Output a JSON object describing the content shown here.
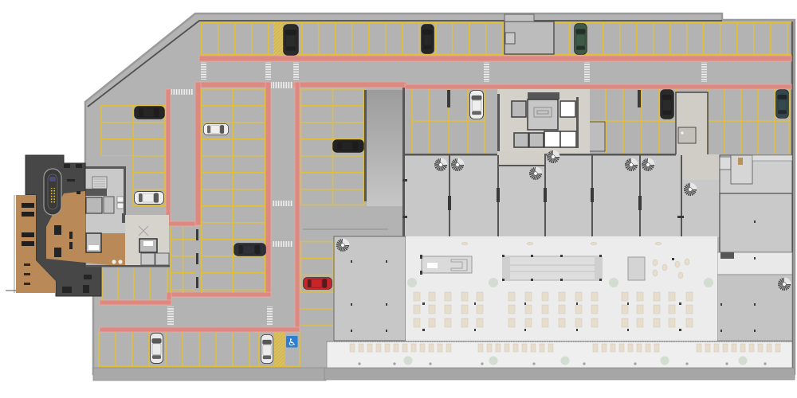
{
  "plan": {
    "view": "top-down rendered floor plan",
    "level": "parking level with amenities and retail"
  },
  "zones": [
    "parking-area",
    "gym",
    "stair-elevator-core-west",
    "lobby-west",
    "stair-elevator-core-central",
    "restrooms",
    "vehicle-ramp",
    "retail-units",
    "food-court-plaza",
    "outdoor-seating-strip"
  ],
  "palette": {
    "floor": "#b3b3b3",
    "pedestrian_walkway": "#dc8a81",
    "stall_lines": "#e0bf3d",
    "retail_floor": "#c8c8c8",
    "plaza_floor": "#ececec",
    "gym_wood": "#b98a58",
    "gym_dark": "#474747",
    "accessible_sign": "#2f7fd1"
  },
  "accessible_parking": {
    "glyph": "♿",
    "color": "#2f7fd1"
  },
  "cars": [
    {
      "color": "#2b2b2b",
      "orientation": "vertical",
      "area": "top-row"
    },
    {
      "color": "#262626",
      "orientation": "vertical",
      "area": "top-row"
    },
    {
      "color": "#3d5a46",
      "orientation": "vertical",
      "area": "top-row"
    },
    {
      "color": "#262626",
      "orientation": "horizontal",
      "area": "west-bay"
    },
    {
      "color": "#ededed",
      "orientation": "horizontal",
      "area": "west-bay"
    },
    {
      "color": "#eeeeee",
      "orientation": "horizontal",
      "area": "bay-2"
    },
    {
      "color": "#2d3036",
      "orientation": "horizontal",
      "area": "bay-2"
    },
    {
      "color": "#232323",
      "orientation": "horizontal",
      "area": "bay-3"
    },
    {
      "color": "#c8252b",
      "orientation": "horizontal",
      "area": "bay-3-lower"
    },
    {
      "color": "#eeeeee",
      "orientation": "vertical",
      "area": "row-b"
    },
    {
      "color": "#2a2a2a",
      "orientation": "vertical",
      "area": "row-b"
    },
    {
      "color": "#35484e",
      "orientation": "vertical",
      "area": "row-b"
    },
    {
      "color": "#e9e9e9",
      "orientation": "vertical",
      "area": "bottom-row"
    },
    {
      "color": "#ececec",
      "orientation": "vertical",
      "area": "bottom-row"
    }
  ],
  "counts": {
    "cars": 14,
    "spiral_stairs": 9,
    "plaza_tables": 48,
    "escalators": 1
  }
}
